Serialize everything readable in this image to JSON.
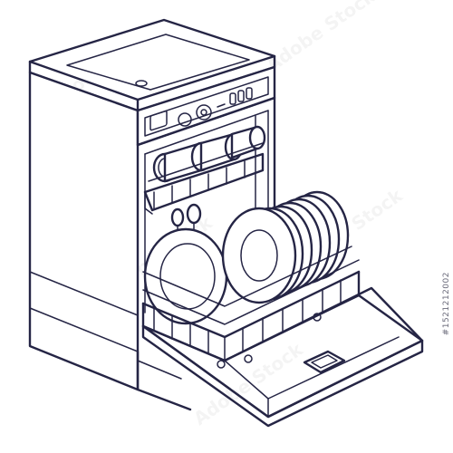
{
  "illustration": {
    "subject": "dishwasher",
    "line_color": "#252545",
    "background": "#ffffff"
  },
  "watermark": {
    "text": "Adobe Stock"
  },
  "stock_id": "#1521212002"
}
